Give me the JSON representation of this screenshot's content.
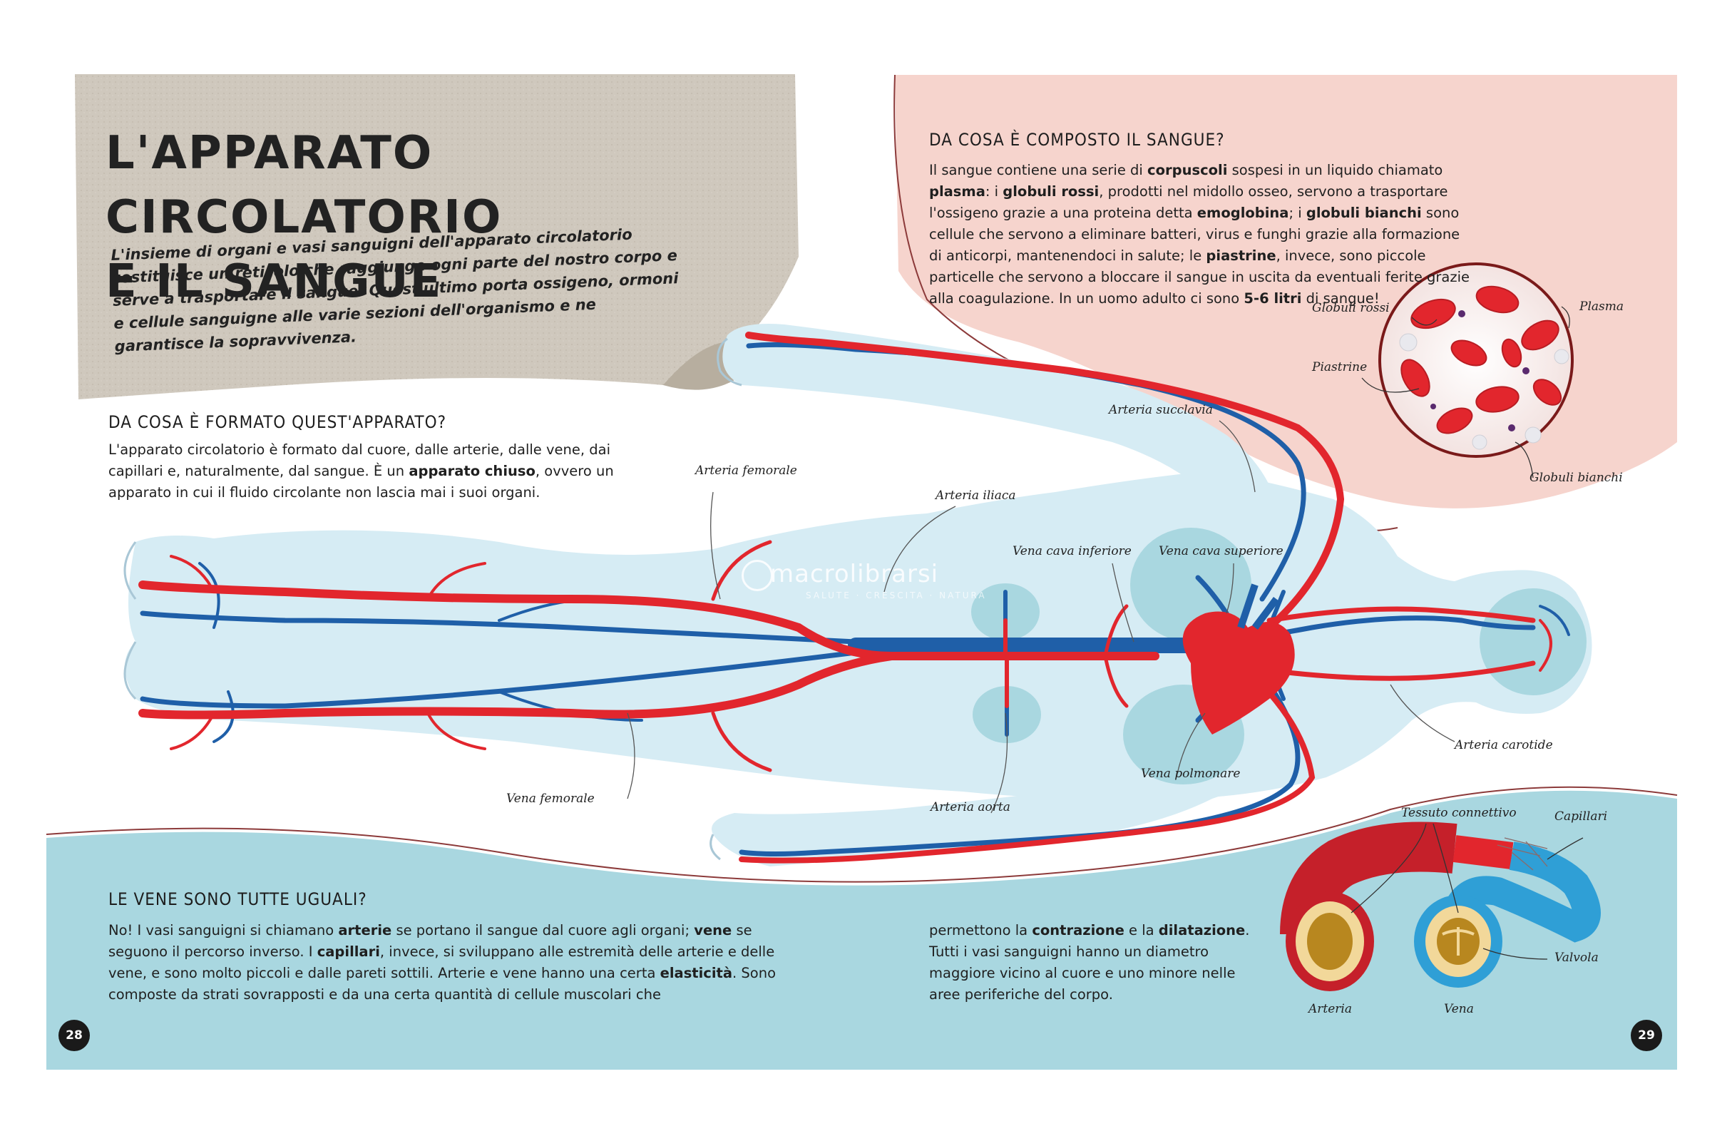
{
  "title": {
    "line1": "L'apparato circolatorio",
    "line2": "e il sangue"
  },
  "intro": "L'insieme di organi e vasi sanguigni dell'apparato circolatorio costituisce un reticolo che raggiunge ogni parte del nostro corpo e serve a trasportare il sangue. Quest'ultimo porta ossigeno, ormoni e cellule sanguigne alle varie sezioni dell'organismo e ne garantisce la sopravvivenza.",
  "section_formato": {
    "heading": "Da cosa è formato quest'apparato?",
    "p1": "L'apparato circolatorio è formato dal cuore, dalle arterie, dalle vene, dai capillari e, naturalmente, dal sangue. È un ",
    "p1_bold": "apparato chiuso",
    "p2": ", ovvero un apparato in cui il fluido circolante non lascia mai i suoi organi."
  },
  "section_sangue": {
    "heading": "Da cosa è composto il sangue?",
    "t1": "Il sangue contiene una serie di ",
    "b1": "corpuscoli",
    "t2": " sospesi in un liquido chiamato ",
    "b2": "plasma",
    "t3": ": i ",
    "b3": "globuli rossi",
    "t4": ", prodotti nel midollo osseo, servono a trasportare l'ossigeno grazie a una proteina detta ",
    "b4": "emoglobina",
    "t5": "; i ",
    "b5": "globuli bianchi",
    "t6": " sono cellule che servono a eliminare batteri, virus e funghi grazie alla formazione di anticorpi, mantenendoci in salute; le ",
    "b6": "piastrine",
    "t7": ", invece, sono piccole particelle che servono a bloccare il sangue in uscita da eventuali ferite grazie alla coagulazione. In un uomo adulto ci sono ",
    "b7": "5-6 litri",
    "t8": " di sangue!"
  },
  "section_vene": {
    "heading": "Le vene sono tutte uguali?",
    "t1": "No! I vasi sanguigni si chiamano ",
    "b1": "arterie",
    "t2": " se portano il sangue dal cuore agli organi; ",
    "b2": "vene",
    "t3": " se seguono il percorso inverso. I ",
    "b3": "capillari",
    "t4": ", invece, si sviluppano alle estremità delle arterie e delle vene, e sono molto piccoli e dalle pareti sottili. Arterie e vene hanno una certa ",
    "b4": "elasticità",
    "t5": ". Sono composte da strati sovrapposti e da una certa quantità di cellule muscolari che",
    "c1": "permettono la ",
    "cb1": "contrazione",
    "c2": " e la ",
    "cb2": "dilatazione",
    "c3": ". Tutti i vasi sanguigni hanno un diametro maggiore vicino al cuore e uno minore nelle aree periferiche del corpo."
  },
  "labels": {
    "arteria_femorale": "Arteria femorale",
    "arteria_iliaca": "Arteria iliaca",
    "arteria_succlavia": "Arteria succlavia",
    "vena_cava_inferiore": "Vena cava inferiore",
    "vena_cava_superiore": "Vena cava superiore",
    "vena_femorale": "Vena femorale",
    "arteria_aorta": "Arteria aorta",
    "vena_polmonare": "Vena polmonare",
    "arteria_carotide": "Arteria carotide",
    "globuli_rossi": "Globuli rossi",
    "plasma": "Plasma",
    "piastrine": "Piastrine",
    "globuli_bianchi": "Globuli bianchi",
    "tessuto_connettivo": "Tessuto connettivo",
    "capillari": "Capillari",
    "valvola": "Valvola",
    "arteria": "Arteria",
    "vena": "Vena"
  },
  "watermark": {
    "brand": "macrolibrarsi",
    "sub": "SALUTE · CRESCITA · NATURA"
  },
  "page_numbers": {
    "left": "28",
    "right": "29"
  },
  "colors": {
    "artery": "#e2262d",
    "vein": "#1f5fa8",
    "body_fill": "#d6ecf4",
    "pink_panel": "#f6d4cd",
    "teal_panel": "#a9d7e0",
    "paper": "#cfc8bd"
  }
}
